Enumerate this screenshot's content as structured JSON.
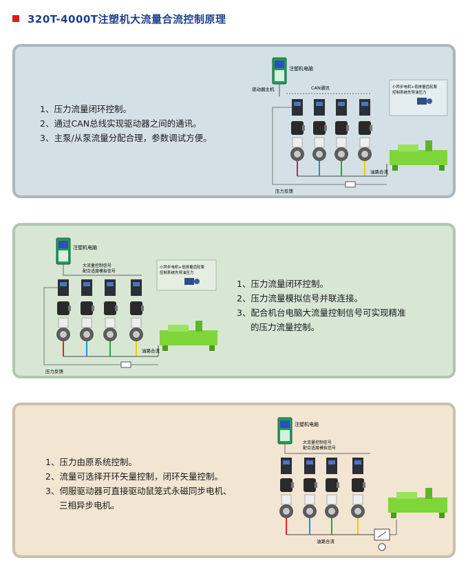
{
  "title": "320T-4000T注塑机大流量合流控制原理",
  "colors": {
    "title_mark": "#d81e1e",
    "title_text": "#1e3f8c",
    "pipe_red": "#e02020",
    "pipe_blue": "#1e8fd8",
    "pipe_green": "#23a845",
    "pipe_yellow": "#e8d000",
    "machine_green": "#7fd63a"
  },
  "panel1": {
    "points": [
      "1、压力流量闭环控制。",
      "2、通过CAN总线实现驱动器之间的通讯。",
      "3、主泵/从泵流量分配合理，参数调试方便。"
    ],
    "diagram": {
      "controller_label": "注塑机电脑",
      "master_label": "驱动器主机",
      "can_label": "CAN通讯",
      "note_line1": "小异步电机+低排量齿轮泵",
      "note_line2": "控制系统先导油压力",
      "merge_label": "油路合流",
      "feedback_label": "压力反馈"
    }
  },
  "panel2": {
    "points": [
      "1、压力流量闭环控制。",
      "2、压力流量模拟信号并联连接。",
      "3、配合机台电脑大流量控制信号可实现精准",
      "的压力流量控制。"
    ],
    "diagram": {
      "controller_label": "注塑机电脑",
      "signal_line1": "大流量控制信号",
      "signal_line2": "配合适度模拟信号",
      "note_line1": "小异步电机+低排量齿轮泵",
      "note_line2": "控制系统先导油压力",
      "merge_label": "油路合流",
      "feedback_label": "压力反馈"
    }
  },
  "panel3": {
    "points": [
      "1、压力由原系统控制。",
      "2、流量可选择开环矢量控制，闭环矢量控制。",
      "3、伺服驱动器可直接驱动鼠笼式永磁同步电机、",
      "三相异步电机。"
    ],
    "diagram": {
      "controller_label": "注塑机电脑",
      "signal_line1": "大流量控制信号",
      "signal_line2": "配合适度模拟信号",
      "merge_label": "油路合流"
    }
  }
}
